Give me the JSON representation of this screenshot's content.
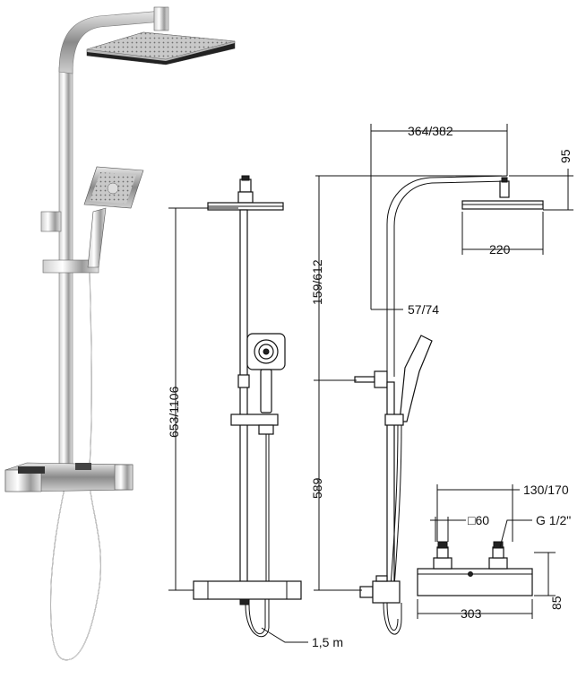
{
  "dimensions": {
    "arm_reach": "364/382",
    "head_height": "95",
    "head_width": "220",
    "rail_top_length": "159/612",
    "wall_offset": "57/74",
    "total_height": "653/1106",
    "lower_height": "589",
    "hose_length": "1,5 m",
    "inlet_centres": "130/170",
    "square_size": "□60",
    "thread": "G 1/2\"",
    "valve_width": "303",
    "valve_height": "85"
  }
}
